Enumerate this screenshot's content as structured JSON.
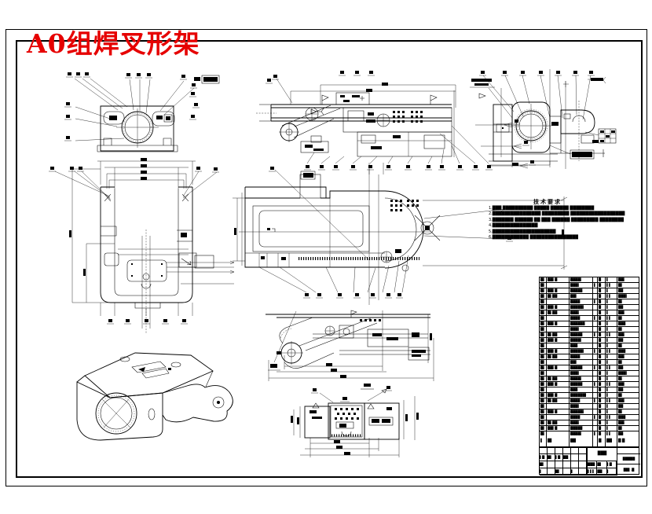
{
  "title": "A0组焊叉形架",
  "title_color": "#e60000",
  "line_color": "#000000",
  "notes": {
    "heading": "技术要求",
    "lines": [
      "1.███ ██████████ █████ ██████ ████████",
      "2.████████████████ █████████ ██████████████████",
      "3.███████ ██████ ██ ███ ██████ █████████ ████████",
      "4.███████████████",
      "5.█████████████████████",
      "6.████████████ ████████████████"
    ]
  },
  "parts_table": {
    "header": [
      "▌",
      "█▌",
      "██",
      "",
      "█",
      "██",
      "█ █"
    ],
    "rows": [
      [
        "█▌",
        "██▌█",
        "████▌",
        "",
        "█",
        "▌",
        "██▌"
      ],
      [
        "█▌",
        "",
        "███▌",
        "▌",
        "█",
        "▌▌",
        "█▌"
      ],
      [
        "█▌",
        "██▌█",
        "█████",
        "",
        "█",
        "▌",
        "██"
      ],
      [
        "█▌",
        "█▌██",
        "██▌",
        "",
        "█",
        "▌▌",
        "███▌"
      ],
      [
        "█▌",
        "",
        "████",
        "▌",
        "█",
        "▌",
        "█▌"
      ],
      [
        "█▌",
        "██▌█",
        "█████▌",
        "",
        "█",
        "▌",
        "██"
      ],
      [
        "█▌",
        "█▌██",
        "███▌",
        "",
        "█",
        "▌",
        "██▌"
      ],
      [
        "█▌",
        "",
        "████",
        "▌",
        "█",
        "▌▌",
        "█▌"
      ],
      [
        "█▌",
        "██▌█",
        "██████",
        "",
        "█",
        "▌",
        "███"
      ],
      [
        "█▌",
        "",
        "███▌",
        "",
        "█",
        "▌",
        "█▌"
      ],
      [
        "█▌",
        "█▌██",
        "█████",
        "▌",
        "█",
        "▌▌",
        "██▌"
      ],
      [
        "█▌",
        "██▌█",
        "████▌",
        "",
        "█",
        "▌",
        "██"
      ],
      [
        "█▌",
        "",
        "███",
        "",
        "█",
        "▌",
        "█▌"
      ],
      [
        "█▌",
        "██▌█",
        "█████▌",
        "▌",
        "█",
        "▌▌",
        "███"
      ],
      [
        "█▌",
        "█▌██",
        "████",
        "",
        "█",
        "▌",
        "██▌"
      ],
      [
        "█▌",
        "",
        "██▌",
        "",
        "█",
        "▌",
        "█▌"
      ],
      [
        "█▌",
        "██▌█",
        "█████",
        "▌",
        "█",
        "▌▌",
        "██"
      ],
      [
        "█▌",
        "",
        "███▌",
        "",
        "█",
        "▌",
        "███▌"
      ],
      [
        "█▌",
        "█▌██",
        "████▌",
        "",
        "█",
        "▌",
        "█▌"
      ],
      [
        "█▌",
        "██▌█",
        "█████",
        "▌",
        "█",
        "▌▌",
        "██▌"
      ],
      [
        "█▌",
        "",
        "███",
        "",
        "█",
        "▌",
        "██"
      ],
      [
        "█▌",
        "██▌█",
        "██████▌",
        "",
        "█",
        "▌",
        "█▌"
      ],
      [
        "█▌",
        "█▌██",
        "████",
        "▌",
        "█",
        "▌▌",
        "██▌"
      ],
      [
        "█▌",
        "",
        "███▌",
        "",
        "█",
        "▌",
        "██"
      ],
      [
        "█▌",
        "██▌█",
        "█████▌",
        "",
        "█",
        "▌",
        "█▌"
      ],
      [
        "█▌",
        "",
        "████",
        "▌",
        "█",
        "▌▌",
        "███"
      ],
      [
        "█▌",
        "█▌██",
        "███▌",
        "",
        "█",
        "▌",
        "██▌"
      ],
      [
        "█▌",
        "██▌█",
        "█████",
        "",
        "█",
        "▌",
        "█▌"
      ],
      [
        "█▌",
        "",
        "████▌",
        "▌",
        "█",
        "▌▌",
        "██"
      ]
    ]
  },
  "title_block": {
    "left_cells": [
      "",
      "",
      "",
      "",
      "",
      "",
      "▌█",
      "█▌",
      "▌█",
      "██",
      "",
      "",
      "█▌",
      "",
      "",
      "",
      "",
      "",
      "▌",
      "",
      "█▌",
      "",
      "▌",
      ""
    ],
    "mid_top": "███",
    "mid_grid": [
      "███",
      "█▌",
      "▌█",
      "▌▌▌",
      "██",
      "▌"
    ],
    "right_rows": [
      "",
      "█████",
      "██▌.█"
    ]
  }
}
